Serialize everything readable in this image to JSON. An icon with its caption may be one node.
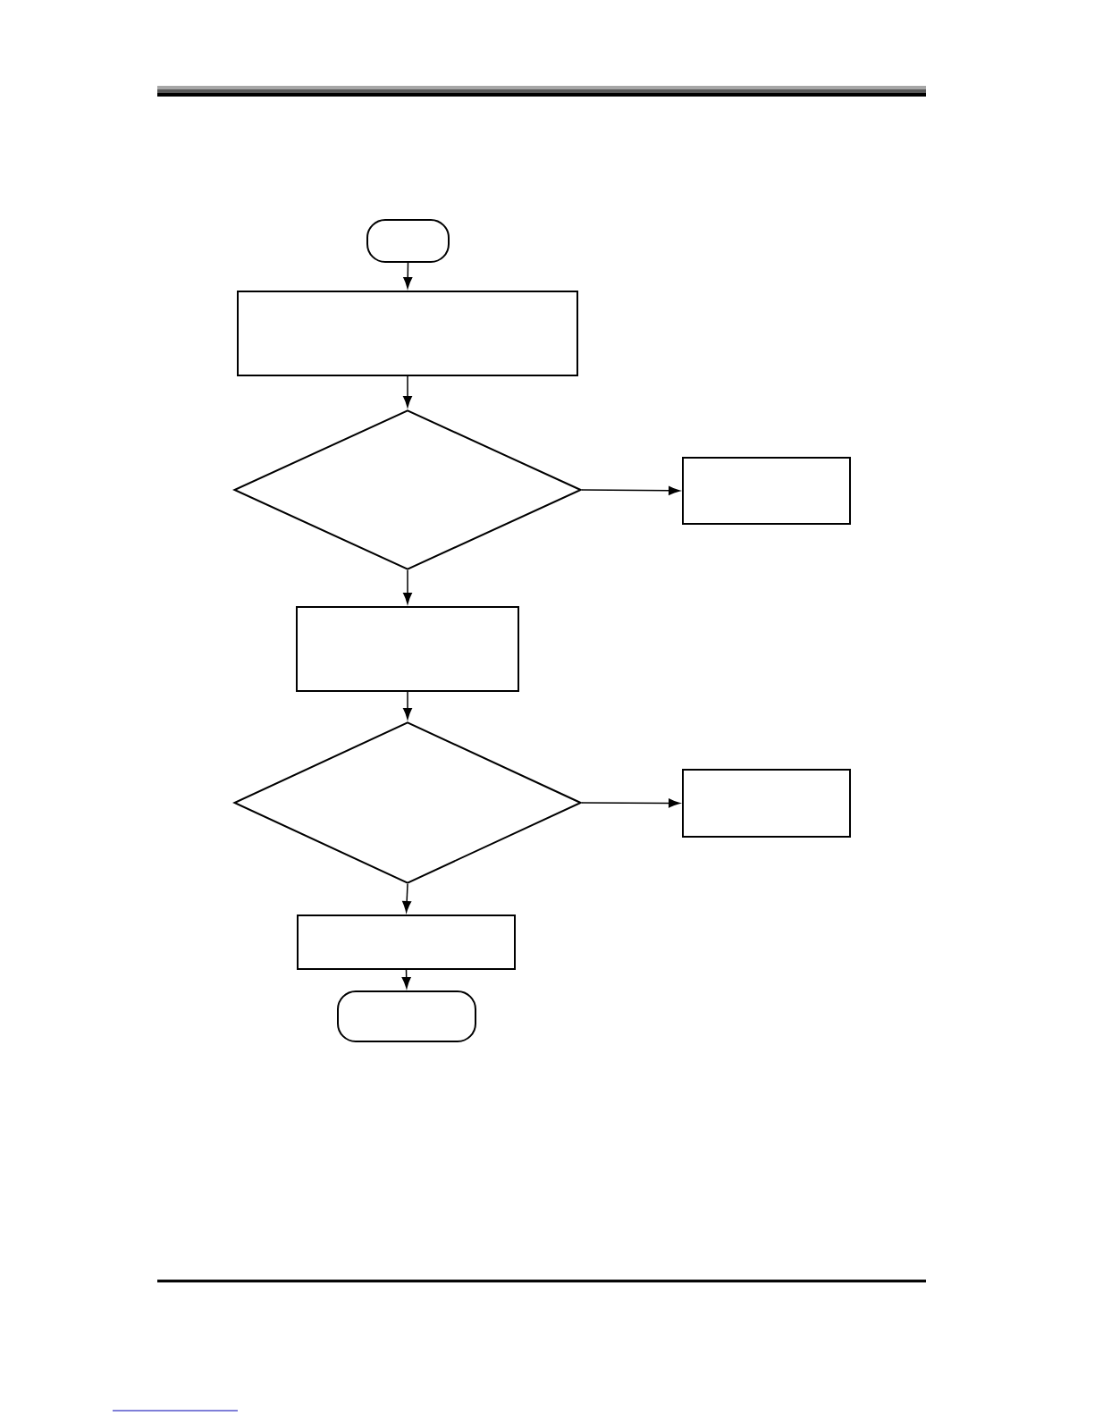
{
  "diagram": {
    "nodes": [
      {
        "text": [],
        "shape": "box"
      },
      {
        "text": [],
        "shape": "box"
      },
      {
        "text": [],
        "shape": "diamond"
      },
      {
        "text": [],
        "shape": "box"
      },
      {
        "text": [],
        "shape": "box"
      },
      {
        "text": [],
        "shape": "diamond"
      },
      {
        "text": [],
        "shape": "box"
      },
      {
        "text": [],
        "shape": "box"
      },
      {
        "text": [],
        "shape": "box"
      }
    ],
    "edges": [
      {
        "from": 0,
        "to": 1,
        "arrow": "to"
      },
      {
        "from": 1,
        "to": 2,
        "arrow": "to"
      },
      {
        "from": 2,
        "to": 3,
        "arrow": "to"
      },
      {
        "from": 2,
        "to": 4,
        "arrow": "to"
      },
      {
        "from": 4,
        "to": 5,
        "arrow": "to"
      },
      {
        "from": 5,
        "to": 6,
        "arrow": "to"
      },
      {
        "from": 5,
        "to": 7,
        "arrow": "to"
      },
      {
        "from": 7,
        "to": 8,
        "arrow": "to"
      }
    ]
  }
}
